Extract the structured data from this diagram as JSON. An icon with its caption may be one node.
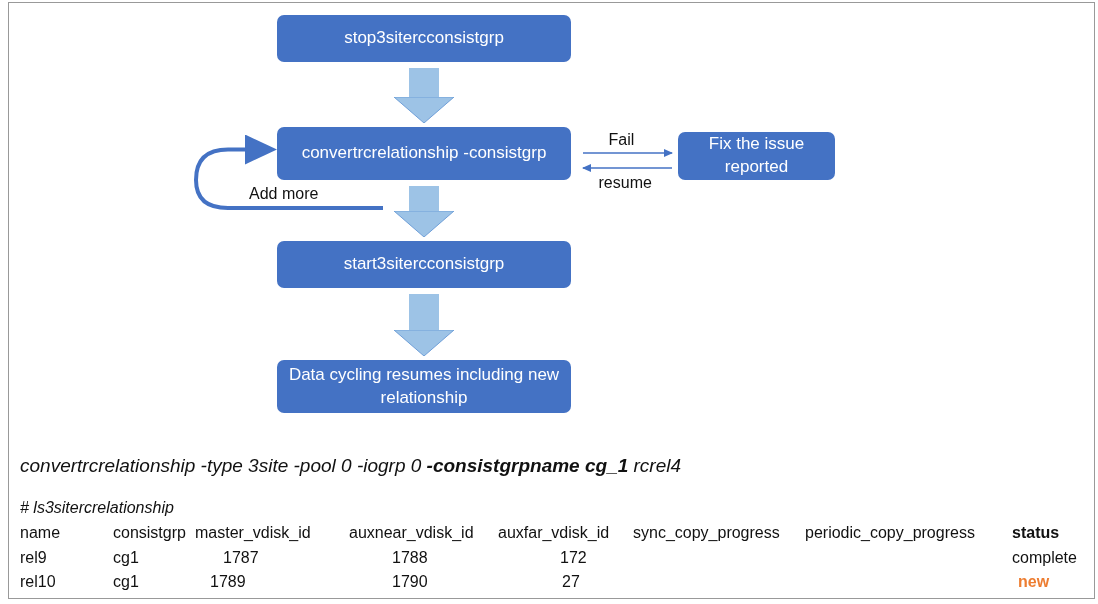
{
  "diagram": {
    "nodes": [
      {
        "text": [
          "stop3sitercconsistgrp"
        ]
      },
      {
        "text": [
          "convertrcrelationship -consistgrp"
        ]
      },
      {
        "text": [
          "Fix the issue reported"
        ]
      },
      {
        "text": [
          "start3sitercconsistgrp"
        ]
      },
      {
        "text": [
          "Data cycling resumes including new relationship"
        ]
      }
    ],
    "edges": [
      {
        "from": 0,
        "to": 1,
        "arrow": "to",
        "style": "thick"
      },
      {
        "from": 1,
        "to": 2,
        "arrow": "to",
        "label": "Fail",
        "color": "#4472c4"
      },
      {
        "from": 2,
        "to": 1,
        "arrow": "to",
        "label": "resume",
        "color": "#4472c4"
      },
      {
        "from": null,
        "to": 1,
        "arrow": "to",
        "label": "Add more",
        "color": "#4472c4"
      },
      {
        "from": 1,
        "to": 3,
        "arrow": "to",
        "style": "thick"
      },
      {
        "from": 3,
        "to": 4,
        "arrow": "to",
        "style": "thick"
      }
    ],
    "labels": [
      "convertrcrelationship -type 3site -pool 0 -iogrp 0 **-consistgrpname cg_1** rcrel4",
      "# ls3sitercrelationship",
      "name",
      "consistgrp",
      "master_vdisk_id",
      "auxnear_vdisk_id",
      "auxfar_vdisk_id",
      "sync_copy_progress",
      "periodic_copy_progress",
      "status",
      "rel9",
      "cg1",
      "1787",
      "1788",
      "172",
      "complete",
      "rel10",
      "cg1",
      "1789",
      "1790",
      "27",
      "new"
    ]
  }
}
